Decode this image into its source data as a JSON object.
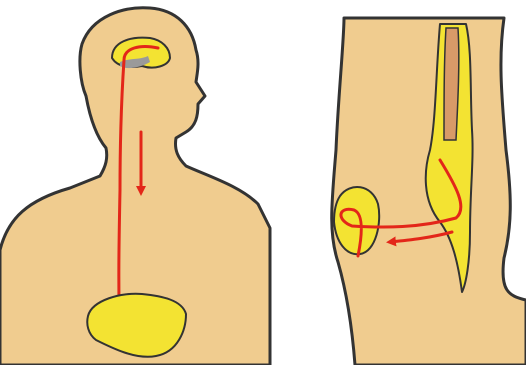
{
  "diagram": {
    "panels": [
      {
        "name": "front-view",
        "parts": [
          "brain",
          "spinal-cord",
          "stomach"
        ],
        "signal_arrow_direction": "down"
      },
      {
        "name": "side-view",
        "parts": [
          "spinal-column",
          "nerve-tract",
          "organ"
        ],
        "signal_arrow_direction": "left"
      }
    ],
    "colors": {
      "skin": "#F0CC8F",
      "outline": "#333333",
      "organ_yellow": "#F3E332",
      "nerve_red": "#E32619",
      "spine_brown": "#D89A68",
      "brain_gray": "#9A9A9A",
      "background": "#FFFFFF"
    }
  }
}
